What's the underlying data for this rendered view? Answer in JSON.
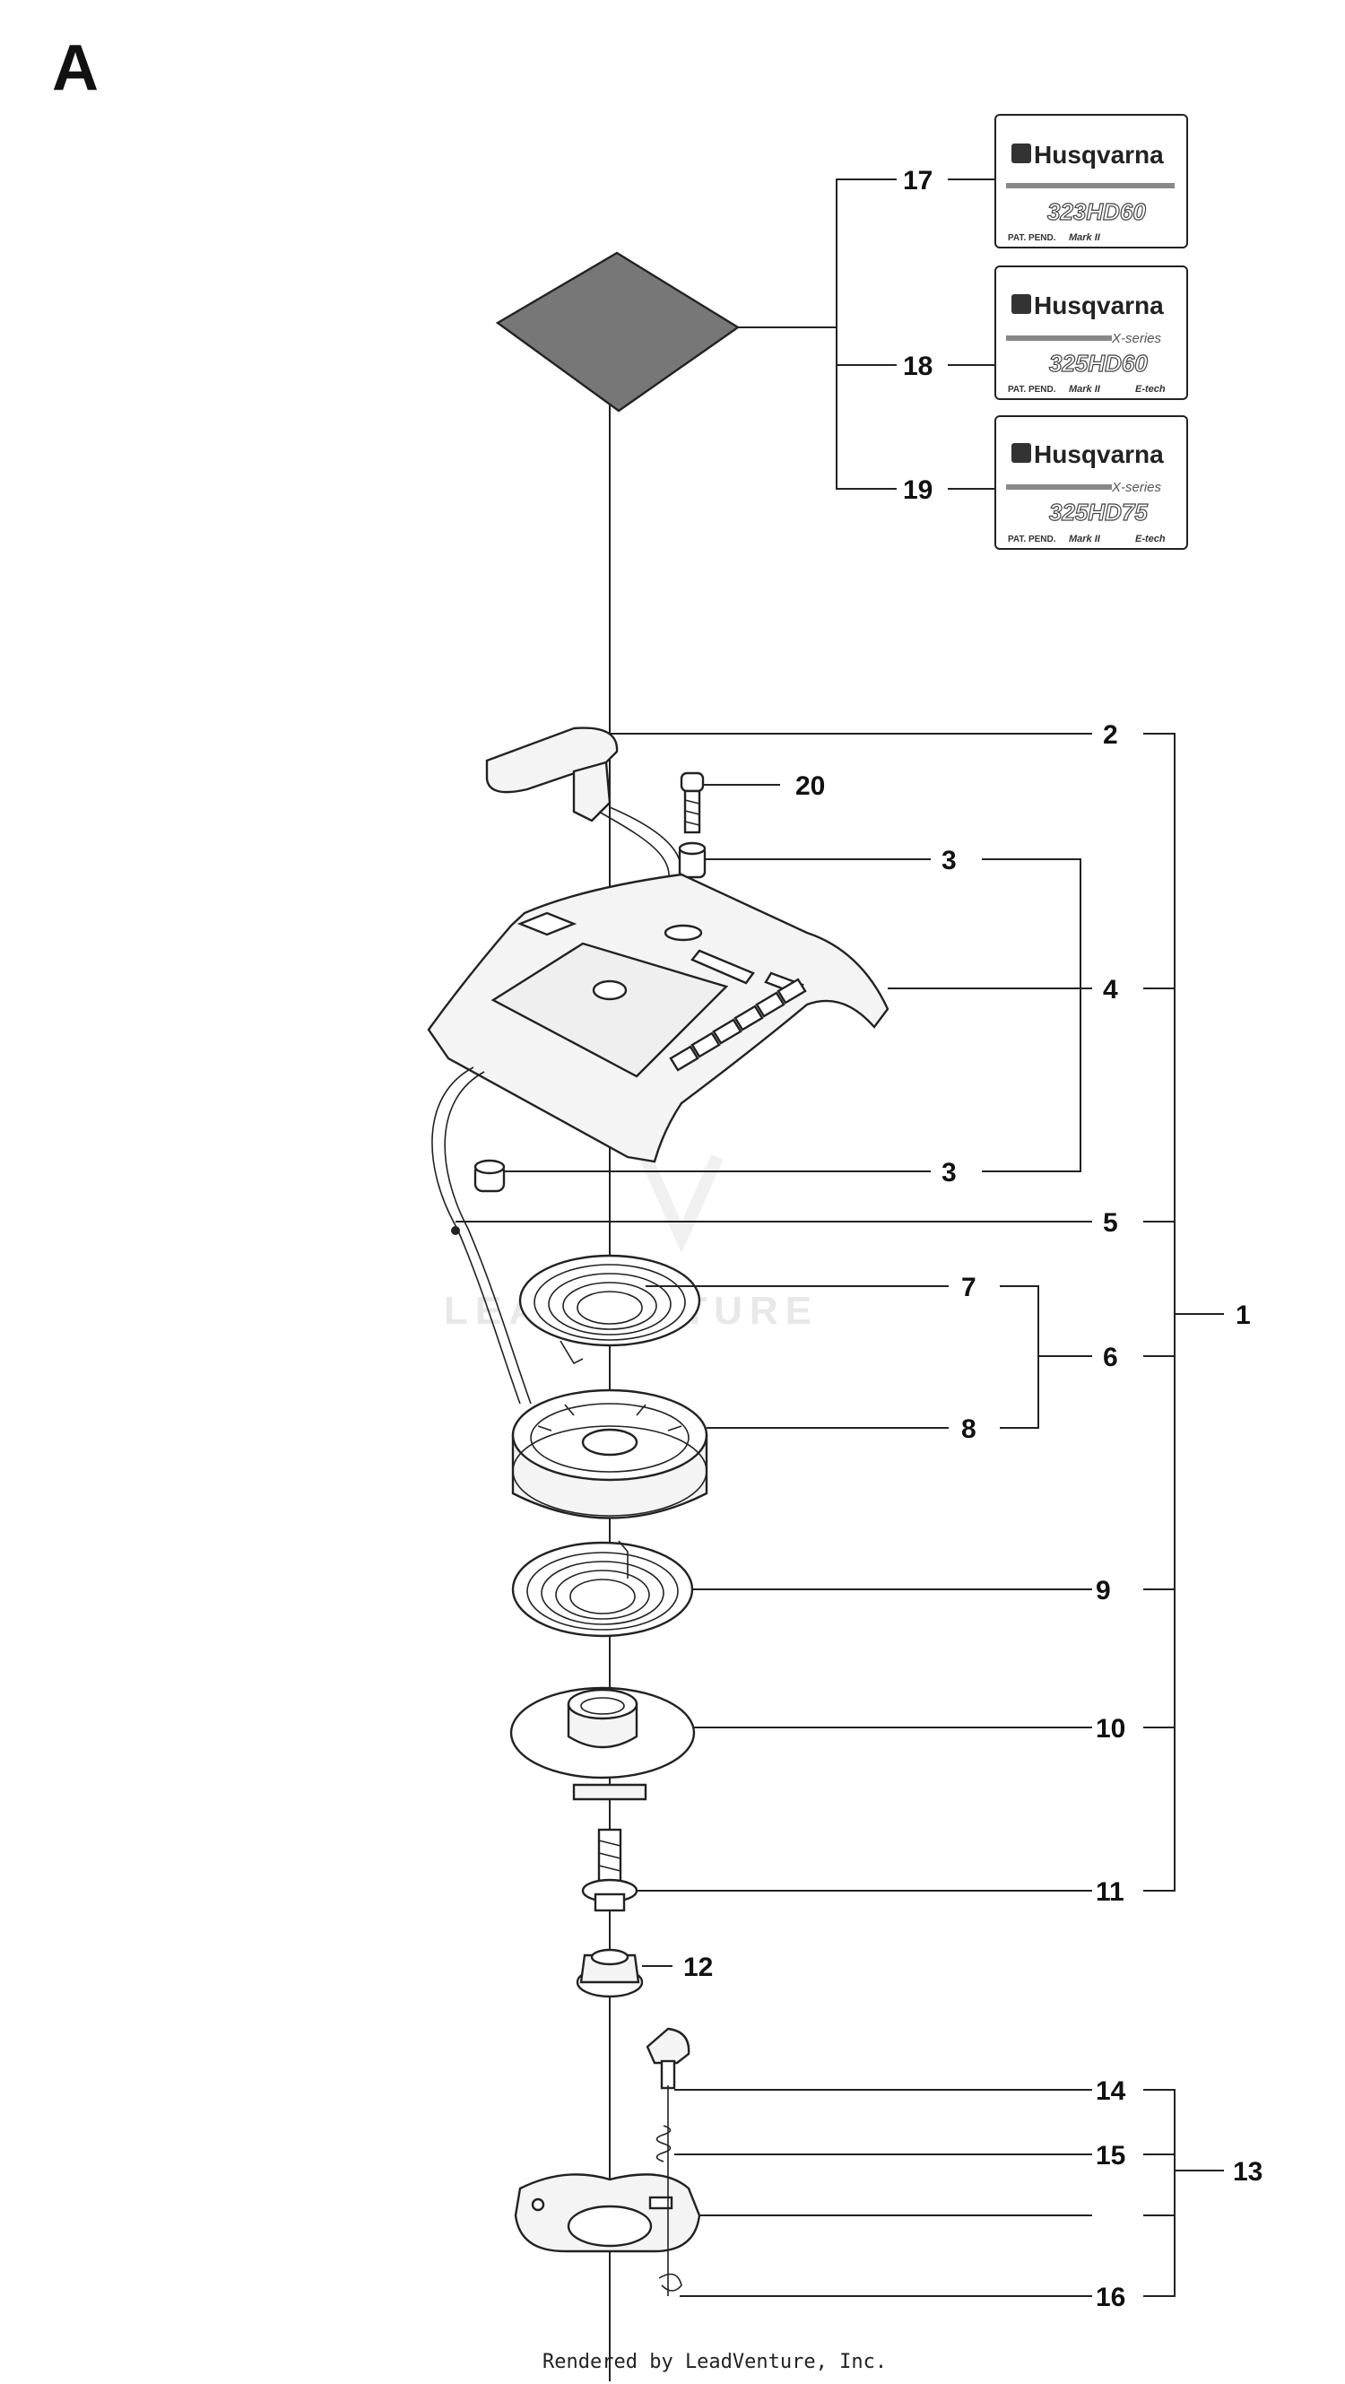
{
  "diagram": {
    "section_letter": "A",
    "labels": {
      "p1": "1",
      "p2": "2",
      "p3a": "3",
      "p3b": "3",
      "p4": "4",
      "p5": "5",
      "p6": "6",
      "p7": "7",
      "p8": "8",
      "p9": "9",
      "p10": "10",
      "p11": "11",
      "p12": "12",
      "p13": "13",
      "p14": "14",
      "p15": "15",
      "p16": "16",
      "p17": "17",
      "p18": "18",
      "p19": "19",
      "p20": "20"
    },
    "decals": [
      {
        "brand": "Husqvarna",
        "series": "",
        "model": "323HD60",
        "pat": "PAT. PEND.",
        "mark": "Mark II",
        "etech": ""
      },
      {
        "brand": "Husqvarna",
        "series": "X-series",
        "model": "325HD60",
        "pat": "PAT. PEND.",
        "mark": "Mark II",
        "etech": "E-tech"
      },
      {
        "brand": "Husqvarna",
        "series": "X-series",
        "model": "325HD75",
        "pat": "PAT. PEND.",
        "mark": "Mark II",
        "etech": "E-tech"
      }
    ],
    "watermark": "LEADVENTURE",
    "footer": "Rendered by LeadVenture, Inc."
  }
}
